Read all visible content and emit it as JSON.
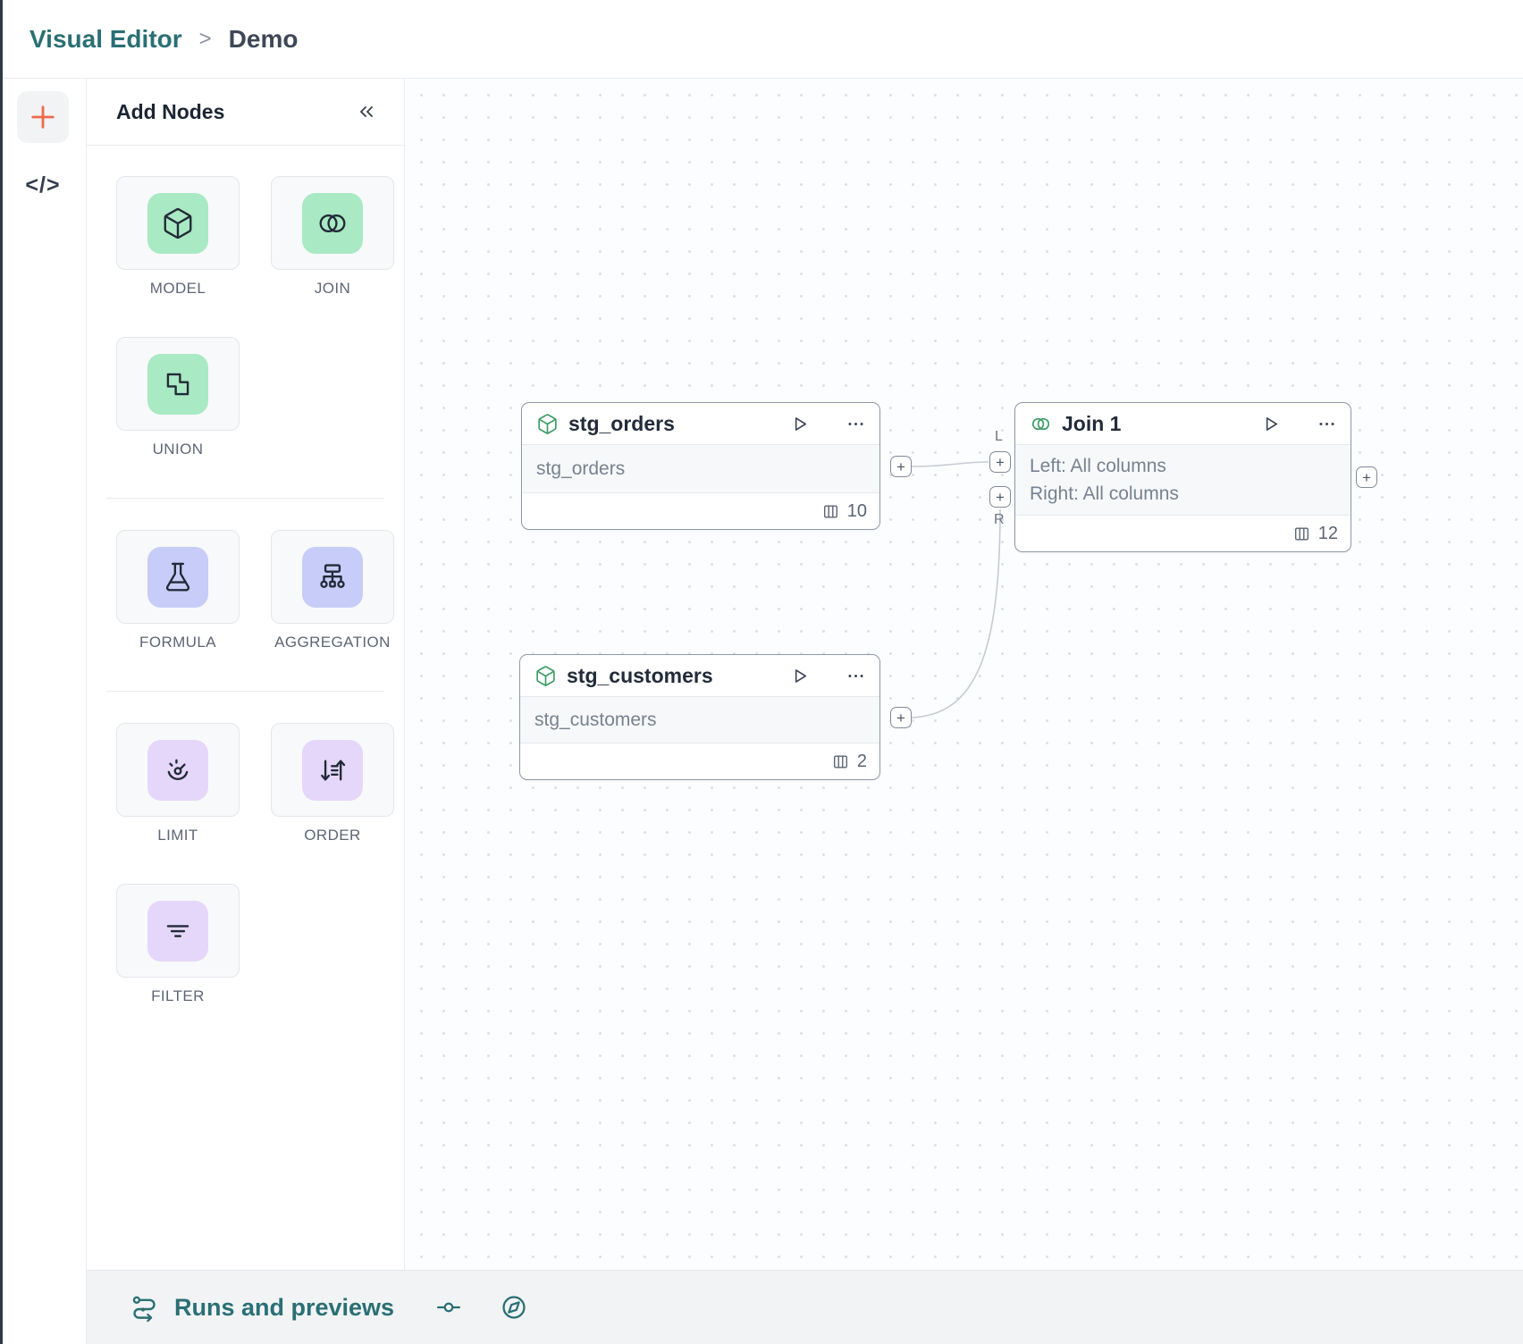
{
  "header": {
    "breadcrumb_root": "Visual Editor",
    "breadcrumb_separator": ">",
    "breadcrumb_current": "Demo"
  },
  "rail": {
    "add_button": "+",
    "code_button": "</>"
  },
  "panel": {
    "title": "Add Nodes",
    "collapse_icon": "chevrons-left-icon",
    "sections": [
      {
        "items": [
          {
            "label": "MODEL",
            "icon": "cube-icon",
            "badge_color": "#a9e9c4"
          },
          {
            "label": "JOIN",
            "icon": "join-circles-icon",
            "badge_color": "#a9e9c4"
          },
          {
            "label": "UNION",
            "icon": "union-squares-icon",
            "badge_color": "#a9e9c4"
          }
        ]
      },
      {
        "items": [
          {
            "label": "FORMULA",
            "icon": "flask-icon",
            "badge_color": "#c7cdf8"
          },
          {
            "label": "AGGREGATION",
            "icon": "aggregation-tree-icon",
            "badge_color": "#c7cdf8"
          }
        ]
      },
      {
        "items": [
          {
            "label": "LIMIT",
            "icon": "gauge-icon",
            "badge_color": "#e5d7f9"
          },
          {
            "label": "ORDER",
            "icon": "sort-arrows-icon",
            "badge_color": "#e5d7f9"
          },
          {
            "label": "FILTER",
            "icon": "filter-lines-icon",
            "badge_color": "#e5d7f9"
          }
        ]
      }
    ]
  },
  "canvas": {
    "handle_plus": "+",
    "nodes": [
      {
        "title": "stg_orders",
        "type_icon": "cube-icon",
        "body_lines": [
          "stg_orders"
        ],
        "column_count": "10"
      },
      {
        "title": "stg_customers",
        "type_icon": "cube-icon",
        "body_lines": [
          "stg_customers"
        ],
        "column_count": "2"
      },
      {
        "title": "Join 1",
        "type_icon": "join-circles-icon",
        "body_lines": [
          "Left: All columns",
          "Right: All columns"
        ],
        "column_count": "12",
        "left_handle_label": "L",
        "right_handle_label": "R"
      }
    ],
    "edges": [
      {
        "from": "stg_orders",
        "to": "Join 1",
        "to_handle": "L"
      },
      {
        "from": "stg_customers",
        "to": "Join 1",
        "to_handle": "R"
      }
    ]
  },
  "bottom_bar": {
    "runs_label": "Runs and previews"
  },
  "colors": {
    "teal": "#2a6f74",
    "orange": "#ee6a4b",
    "green_badge": "#a9e9c4",
    "periwinkle_badge": "#c7cdf8",
    "lavender_badge": "#e5d7f9",
    "node_border": "#8f99a8",
    "node_icon_green": "#3d9c66",
    "canvas_dot": "#dde1e6"
  }
}
